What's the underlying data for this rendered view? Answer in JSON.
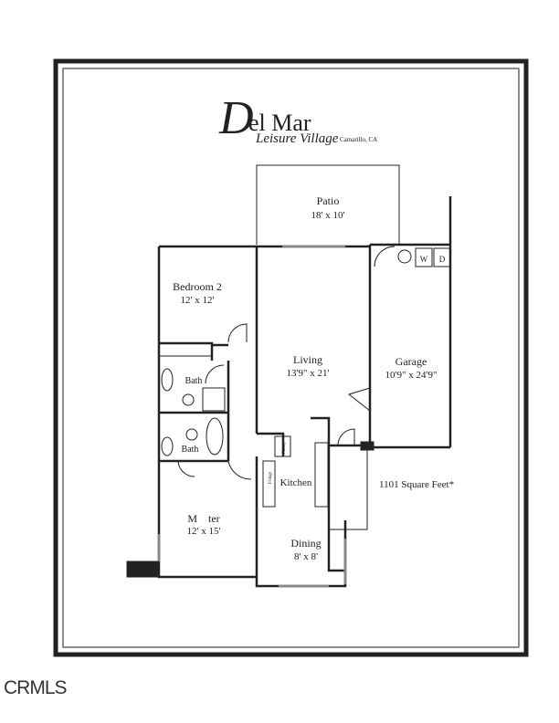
{
  "logo": {
    "initial": "D",
    "name": "el Mar",
    "subtitle": "Leisure Village",
    "location": "Camarillo, CA"
  },
  "rooms": {
    "patio": {
      "name": "Patio",
      "size": "18' x 10'"
    },
    "bedroom2": {
      "name": "Bedroom 2",
      "size": "12' x 12'"
    },
    "living": {
      "name": "Living",
      "size": "13'9\" x 21'"
    },
    "garage": {
      "name": "Garage",
      "size": "10'9\" x 24'9\""
    },
    "bath1": {
      "name": "Bath"
    },
    "bath2": {
      "name": "Bath"
    },
    "kitchen": {
      "name": "Kitchen"
    },
    "master": {
      "name": "M    ter",
      "size": "12' x 15'"
    },
    "dining": {
      "name": "Dining",
      "size": "8' x 8'"
    }
  },
  "appliances": {
    "washer": "W",
    "dryer": "D",
    "fridge": "Fridge",
    "pantry": "Pantry"
  },
  "square_feet": "1101 Square Feet*",
  "watermark": "CRMLS"
}
